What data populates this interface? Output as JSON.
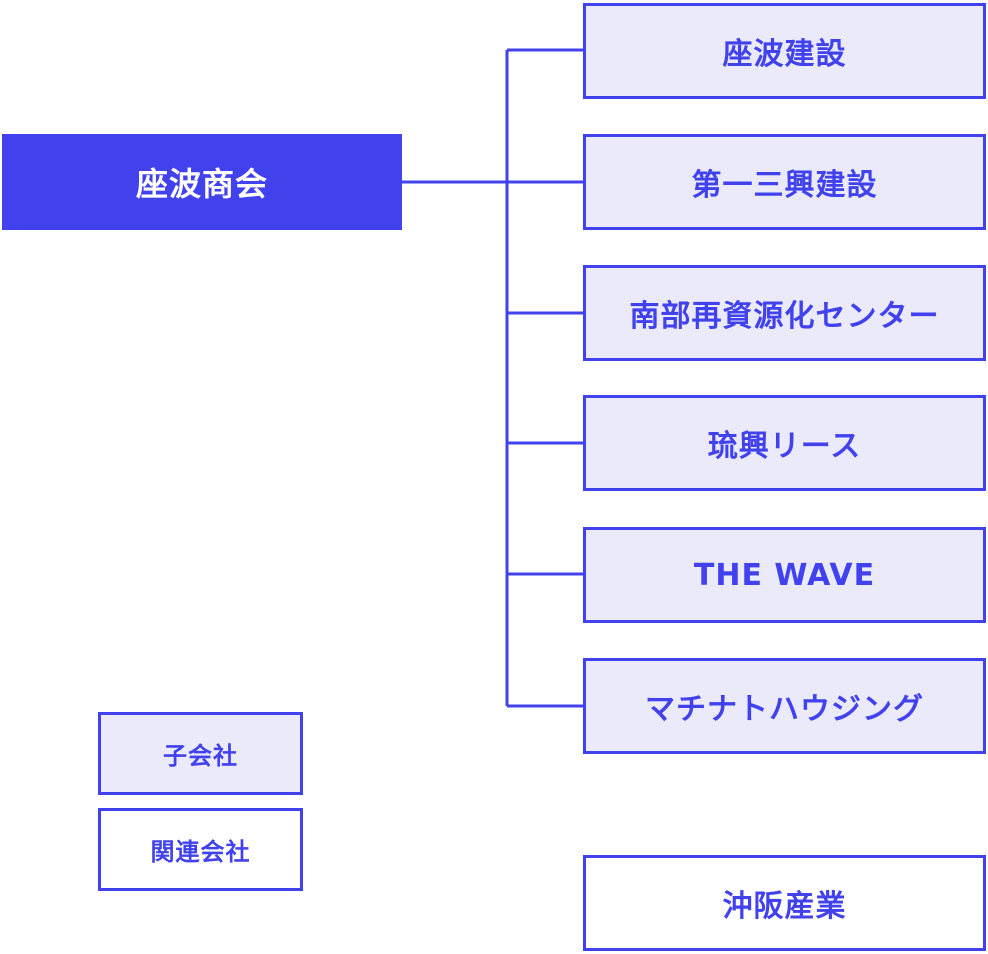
{
  "parent": {
    "label": "座波商会"
  },
  "subsidiaries": [
    {
      "label": "座波建設"
    },
    {
      "label": "第一三興建設"
    },
    {
      "label": "南部再資源化センター"
    },
    {
      "label": "琉興リース"
    },
    {
      "label": "THE WAVE"
    },
    {
      "label": "マチナトハウジング"
    }
  ],
  "affiliates": [
    {
      "label": "沖阪産業"
    }
  ],
  "legend": {
    "subsidiary_label": "子会社",
    "affiliate_label": "関連会社"
  },
  "colors": {
    "accent": "#4141ee",
    "subsidiary_fill": "#eaeafb",
    "affiliate_fill": "#ffffff"
  }
}
